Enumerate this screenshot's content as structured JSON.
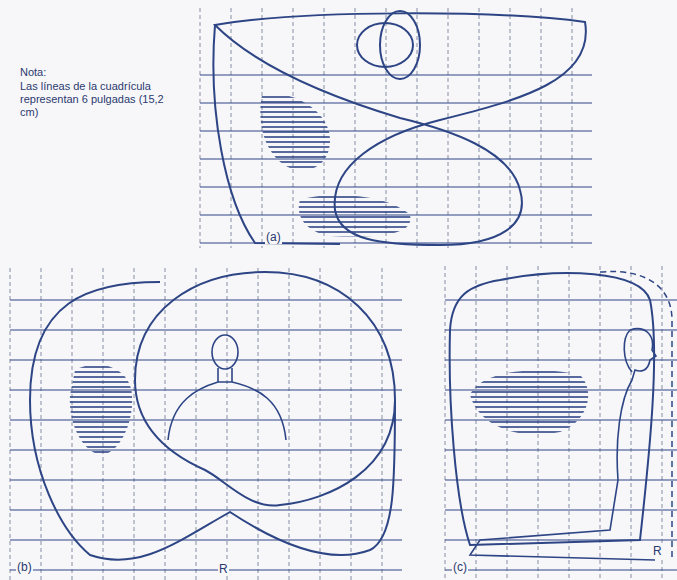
{
  "diagram": {
    "labels": [
      "Nota:",
      "Las líneas de la cuadrícula representan 6 pulgadas (15,2 cm)",
      "(a)",
      "(b)",
      "R",
      "(c)",
      "R"
    ]
  }
}
